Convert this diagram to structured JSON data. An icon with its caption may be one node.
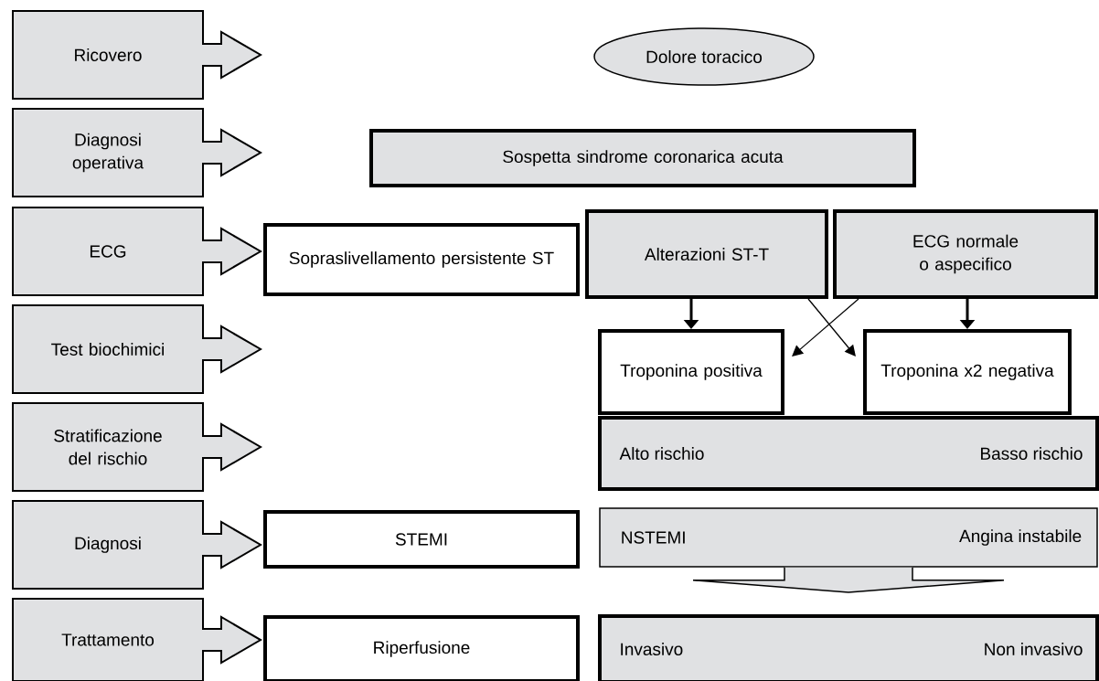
{
  "diagram": {
    "nodes": [
      {
        "text": [
          "Ricovero"
        ]
      },
      {
        "text": [
          "Diagnosi operativa"
        ]
      },
      {
        "text": [
          "ECG"
        ]
      },
      {
        "text": [
          "Test biochimici"
        ]
      },
      {
        "text": [
          "Stratificazione del rischio"
        ]
      },
      {
        "text": [
          "Diagnosi"
        ]
      },
      {
        "text": [
          "Trattamento"
        ]
      },
      {
        "text": [
          "Dolore toracico"
        ]
      },
      {
        "text": [
          "Sospetta sindrome coronarica acuta"
        ]
      },
      {
        "text": [
          "Sopraslivellamento persistente ST"
        ]
      },
      {
        "text": [
          "Alterazioni ST-T"
        ]
      },
      {
        "text": [
          "ECG normale o aspecifico"
        ]
      },
      {
        "text": [
          "Troponina positiva"
        ]
      },
      {
        "text": [
          "Troponina x2 negativa"
        ]
      },
      {
        "text": [
          "Alto rischio",
          "Basso rischio"
        ]
      },
      {
        "text": [
          "STEMI"
        ]
      },
      {
        "text": [
          "NSTEMI",
          "Angina instabile"
        ]
      },
      {
        "text": [
          "Riperfusione"
        ]
      },
      {
        "text": [
          "Invasivo",
          "Non invasivo"
        ]
      }
    ],
    "edges": [
      {
        "from": 10,
        "to": 12,
        "arrow": "to"
      },
      {
        "from": 10,
        "to": 13,
        "arrow": "to"
      },
      {
        "from": 11,
        "to": 12,
        "arrow": "to"
      },
      {
        "from": 11,
        "to": 13,
        "arrow": "to"
      },
      {
        "from": 16,
        "to": 18,
        "arrow": "to",
        "style": "thick"
      }
    ]
  }
}
